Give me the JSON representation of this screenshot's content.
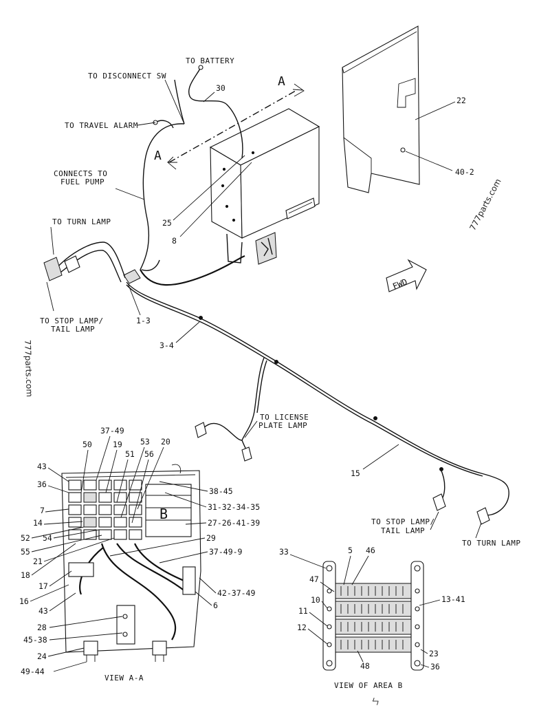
{
  "captions": {
    "to_battery": "TO BATTERY",
    "to_disconnect": "TO DISCONNECT SW",
    "to_travel_alarm": "TO TRAVEL ALARM",
    "connects_line1": "CONNECTS TO",
    "connects_line2": "FUEL PUMP",
    "to_turn_lamp_left": "TO TURN LAMP",
    "stop_lamp_left_1": "TO STOP LAMP/",
    "stop_lamp_left_2": "TAIL LAMP",
    "license_1": "TO LICENSE",
    "license_2": "PLATE LAMP",
    "stop_lamp_right_1": "TO STOP LAMP/",
    "stop_lamp_right_2": "TAIL LAMP",
    "to_turn_lamp_right": "TO TURN LAMP",
    "view_aa": "VIEW A-A",
    "view_b": "VIEW OF AREA B",
    "fwd": "FWD",
    "section_a": "A",
    "box_b": "B"
  },
  "watermarks": {
    "right": "777parts.com",
    "left": "777parts.com",
    "bottom": "ㄣ"
  },
  "callouts": {
    "c30": "30",
    "c22": "22",
    "c40_2": "40-2",
    "c25": "25",
    "c8": "8",
    "c1_3": "1-3",
    "c3_4": "3-4",
    "c15": "15",
    "c37_49": "37-49",
    "c50": "50",
    "c19": "19",
    "c53": "53",
    "c20": "20",
    "c51": "51",
    "c56": "56",
    "c43a": "43",
    "c36a": "36",
    "c7": "7",
    "c14": "14",
    "c52": "52",
    "c54": "54",
    "c55": "55",
    "c21": "21",
    "c18": "18",
    "c17": "17",
    "c16": "16",
    "c43b": "43",
    "c28": "28",
    "c45_38": "45-38",
    "c24": "24",
    "c49_44": "49-44",
    "c38_45": "38-45",
    "c31_35": "31-32-34-35",
    "c27_39": "27-26-41-39",
    "c29": "29",
    "c37_49_9": "37-49-9",
    "c42_37_49": "42-37-49",
    "c6": "6",
    "c33": "33",
    "c5": "5",
    "c46": "46",
    "c47": "47",
    "c10": "10",
    "c11": "11",
    "c12": "12",
    "c13_41": "13-41",
    "c23": "23",
    "c36b": "36",
    "c48": "48"
  }
}
